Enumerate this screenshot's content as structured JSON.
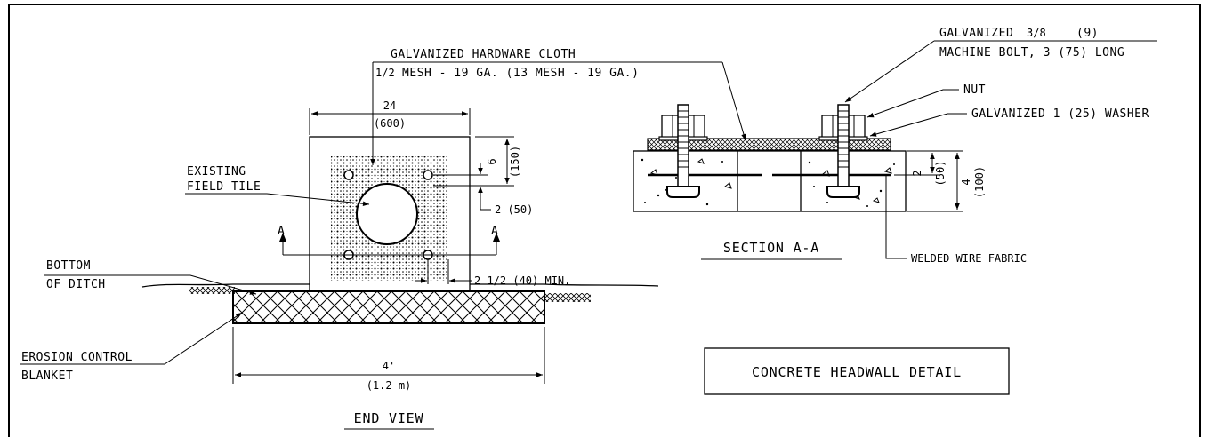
{
  "title": "CONCRETE HEADWALL DETAIL",
  "end_view": {
    "caption": "END VIEW",
    "width_dim": "24",
    "width_dim_mm": "(600)",
    "base_dim": "4'",
    "base_dim_m": "(1.2 m)",
    "top_dim": "6",
    "top_dim_mm": "(150)",
    "hole_offset": "2 (50)",
    "edge_min": "2 1/2 (40) MIN.",
    "section_mark_left": "A",
    "section_mark_right": "A",
    "existing_label_1": "EXISTING",
    "existing_label_2": "FIELD TILE",
    "bottom_label_1": "BOTTOM",
    "bottom_label_2": "OF DITCH",
    "erosion_label_1": "EROSION CONTROL",
    "erosion_label_2": "BLANKET",
    "cloth_label_1": "GALVANIZED HARDWARE CLOTH",
    "cloth_label_2_frac": "1/2",
    "cloth_label_2_rest": "MESH - 19 GA. (13 MESH - 19 GA.)"
  },
  "section": {
    "caption": "SECTION A-A",
    "bolt_label_1_a": "GALVANIZED",
    "bolt_label_1_frac": "3/8",
    "bolt_label_1_b": "(9)",
    "bolt_label_2": "MACHINE BOLT, 3 (75) LONG",
    "nut_label": "NUT",
    "washer_label": "GALVANIZED 1 (25) WASHER",
    "fabric_label": "WELDED WIRE FABRIC",
    "dim_inner": "2",
    "dim_inner_mm": "(50)",
    "dim_outer": "4",
    "dim_outer_mm": "(100)"
  }
}
